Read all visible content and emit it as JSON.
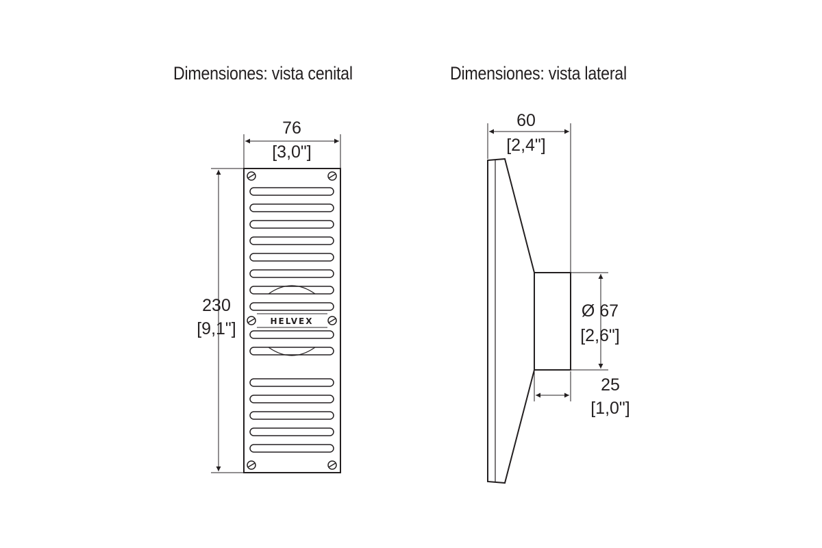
{
  "titles": {
    "top_view": "Dimensiones: vista cenital",
    "side_view": "Dimensiones: vista lateral"
  },
  "top_view": {
    "width": {
      "mm": "76",
      "in": "[3,0\"]"
    },
    "height": {
      "mm": "230",
      "in": "[9,1\"]"
    },
    "logo": "HELVEX"
  },
  "side_view": {
    "depth": {
      "mm": "60",
      "in": "[2,4\"]"
    },
    "diameter": {
      "mm": "Ø 67",
      "in": "[2,6\"]"
    },
    "neck": {
      "mm": "25",
      "in": "[1,0\"]"
    }
  },
  "colors": {
    "line": "#231f20",
    "background": "#ffffff"
  }
}
